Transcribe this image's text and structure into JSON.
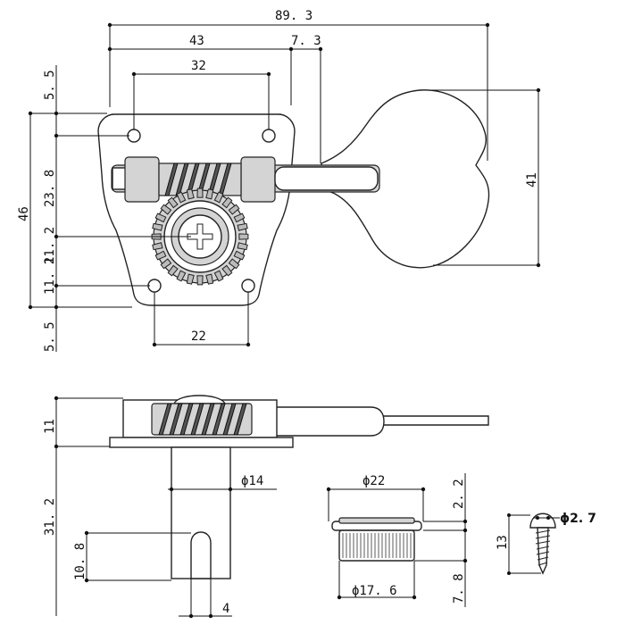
{
  "title": "Bass tuning machine dimension drawing",
  "top_view": {
    "overall_width": "89. 3",
    "plate_width": "43",
    "shaft_offset": "7. 3",
    "hole_spacing_top": "32",
    "hole_spacing_bottom": "22",
    "margin_top": "5. 5",
    "height_total": "46",
    "height_upper": "23. 8",
    "height_gear": "11. 2",
    "height_lower": "11. 2",
    "margin_bottom": "5. 5",
    "key_height": "41"
  },
  "side_view": {
    "height_housing": "11",
    "post_length": "31. 2",
    "slot_depth": "10. 8",
    "post_diameter": "ϕ14",
    "slot_width": "4"
  },
  "bushing": {
    "outer_diameter": "ϕ22",
    "inner_diameter": "ϕ17. 6",
    "flange_height": "2. 2",
    "body_height": "7. 8"
  },
  "screw": {
    "diameter": "ϕ2. 7",
    "length": "13"
  }
}
